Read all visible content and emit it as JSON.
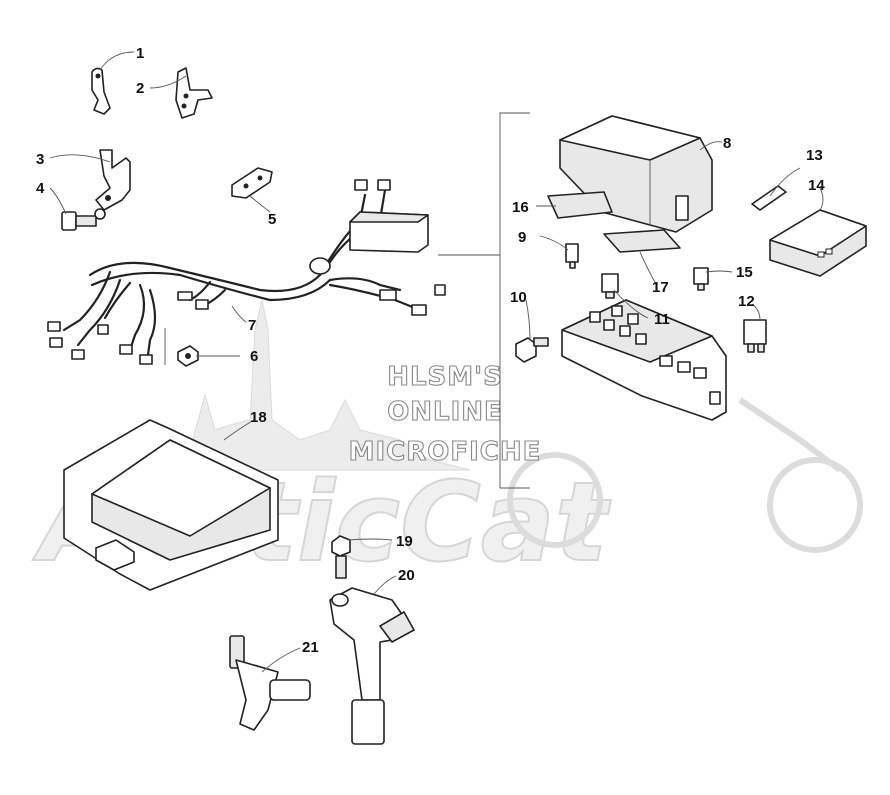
{
  "watermark": {
    "line1": "HLSM'S",
    "line2": "ONLINE",
    "line3": "MICROFICHE",
    "brand": "ArcticCat"
  },
  "callouts": [
    "1",
    "2",
    "3",
    "4",
    "5",
    "6",
    "7",
    "8",
    "9",
    "10",
    "11",
    "12",
    "13",
    "14",
    "15",
    "16",
    "17",
    "18",
    "19",
    "20",
    "21"
  ]
}
